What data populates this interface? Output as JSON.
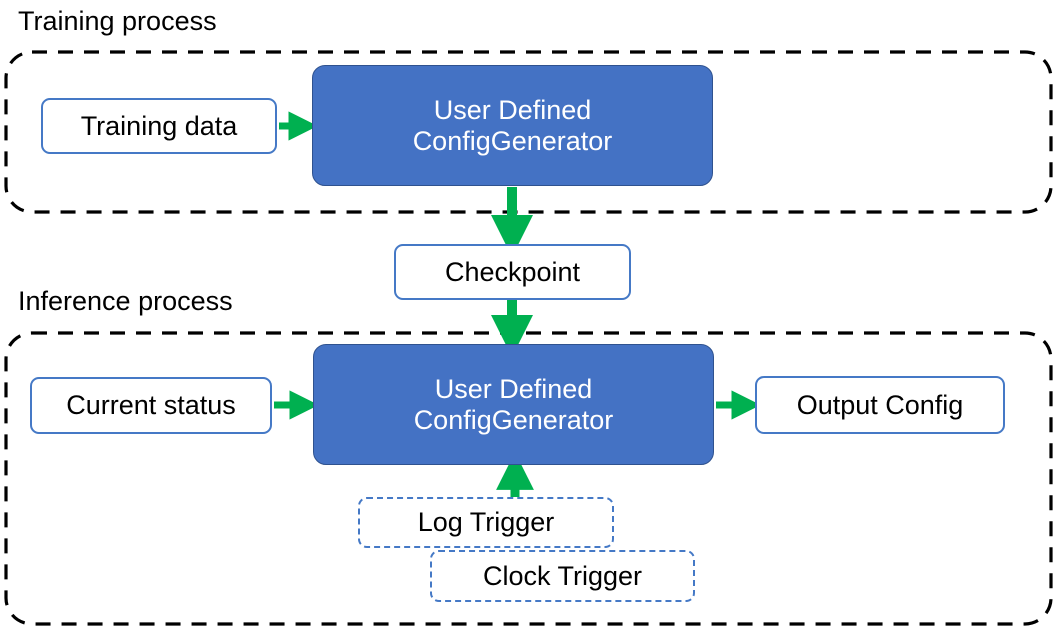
{
  "diagram": {
    "title_training": "Training process",
    "title_inference": "Inference process",
    "colors": {
      "primary_fill": "#4472C4",
      "primary_stroke": "#2F528F",
      "plain_stroke": "#4579C6",
      "arrow_green": "#00B050",
      "group_stroke": "#000000",
      "text_dark": "#000000",
      "text_light": "#FFFFFF"
    },
    "groups": [
      {
        "id": "training-group",
        "label": "Training process",
        "style": "dashed"
      },
      {
        "id": "inference-group",
        "label": "Inference process",
        "style": "dashed"
      }
    ],
    "nodes": {
      "training_data": "Training data",
      "training_generator_line1": "User Defined",
      "training_generator_line2": "ConfigGenerator",
      "checkpoint": "Checkpoint",
      "current_status": "Current status",
      "inference_generator_line1": "User Defined",
      "inference_generator_line2": "ConfigGenerator",
      "output_config": "Output Config",
      "log_trigger": "Log Trigger",
      "clock_trigger": "Clock Trigger"
    },
    "edges": [
      {
        "from": "Training data",
        "to": "User Defined ConfigGenerator",
        "direction": "right"
      },
      {
        "from": "User Defined ConfigGenerator",
        "to": "Checkpoint",
        "direction": "down"
      },
      {
        "from": "Checkpoint",
        "to": "User Defined ConfigGenerator",
        "direction": "down"
      },
      {
        "from": "Current status",
        "to": "User Defined ConfigGenerator",
        "direction": "right"
      },
      {
        "from": "User Defined ConfigGenerator",
        "to": "Output Config",
        "direction": "right"
      },
      {
        "from": "Log Trigger",
        "to": "User Defined ConfigGenerator",
        "direction": "up"
      }
    ]
  }
}
